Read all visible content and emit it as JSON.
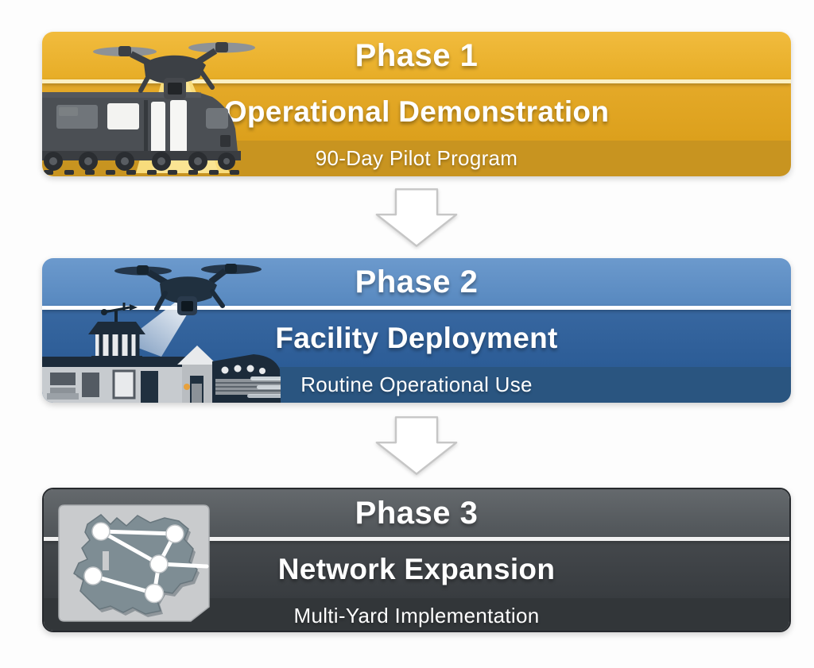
{
  "page": {
    "background": "#FDFDFD"
  },
  "phases": [
    {
      "label": "Phase 1",
      "title": "Operational Demonstration",
      "subtitle": "90-Day Pilot Program",
      "icon": "drone-scanning-train-icon",
      "colors": {
        "top": "#F0B428",
        "divider": "#FBF0C2",
        "middle": "#E3A51D",
        "bottom": "#C89420",
        "text": "#FFFFFF"
      }
    },
    {
      "label": "Phase 2",
      "title": "Facility Deployment",
      "subtitle": "Routine Operational Use",
      "icon": "drone-over-facility-icon",
      "colors": {
        "top": "#5B8EC7",
        "divider": "#FFFFFF",
        "middle": "#2D5F9B",
        "bottom": "#2A5580",
        "text": "#FFFFFF"
      }
    },
    {
      "label": "Phase 3",
      "title": "Network Expansion",
      "subtitle": "Multi-Yard Implementation",
      "icon": "network-map-icon",
      "colors": {
        "top": "#53585C",
        "divider": "#F2F2F2",
        "middle": "#3A3E42",
        "bottom": "#323639",
        "text": "#FFFFFF"
      }
    }
  ],
  "arrow": {
    "name": "down-arrow",
    "fill": "#FFFFFF",
    "stroke": "#C6C6C6"
  }
}
